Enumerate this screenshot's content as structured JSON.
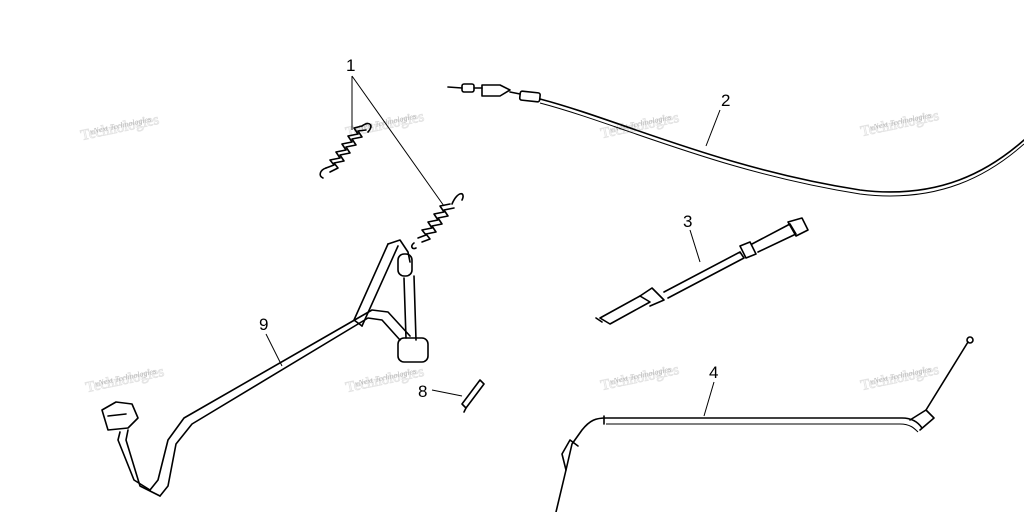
{
  "callouts": {
    "c1": "1",
    "c2": "2",
    "c3": "3",
    "c4": "4",
    "c8": "8",
    "c9": "9"
  },
  "watermark": {
    "text": "vNext Technologies"
  },
  "colors": {
    "ink": "#000000",
    "watermark": "#b9b9b9",
    "background": "#ffffff"
  }
}
